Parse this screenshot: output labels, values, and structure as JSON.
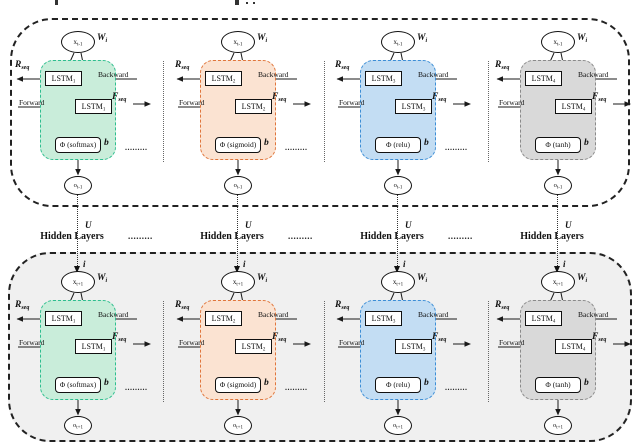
{
  "figure": {
    "w_label": "W",
    "w_sub": "i",
    "r_label": "R",
    "r_sub": "seq",
    "f_label": "F",
    "f_sub": "seq",
    "b_label": "b",
    "backward": "Backward",
    "forward": "Forward",
    "lstm_prefix": "LSTM",
    "row_dots": ".........",
    "middle": {
      "u": "U",
      "i": "i",
      "hidden": "Hidden Layers",
      "dots": "........."
    }
  },
  "rows": [
    {
      "x": "x",
      "x_sub": "t-1",
      "o": "o",
      "o_sub": "t-1"
    },
    {
      "x": "x",
      "x_sub": "t+1",
      "o": "o",
      "o_sub": "t+1"
    }
  ],
  "blocks": [
    {
      "name": "lstm-1-softmax",
      "lstm_sub": "1",
      "activation": "Φ (softmax)",
      "fill": "#c9edda",
      "border": "#2fbe8f"
    },
    {
      "name": "lstm-2-sigmoid",
      "lstm_sub": "2",
      "activation": "Φ (sigmoid)",
      "fill": "#fbe3d2",
      "border": "#e0763c"
    },
    {
      "name": "lstm-3-relu",
      "lstm_sub": "3",
      "activation": "Φ (relu)",
      "fill": "#c3ddf3",
      "border": "#3d8ed6"
    },
    {
      "name": "lstm-4-tanh",
      "lstm_sub": "4",
      "activation": "Φ (tanh)",
      "fill": "#d9d9d9",
      "border": "#8a8a8a"
    }
  ]
}
